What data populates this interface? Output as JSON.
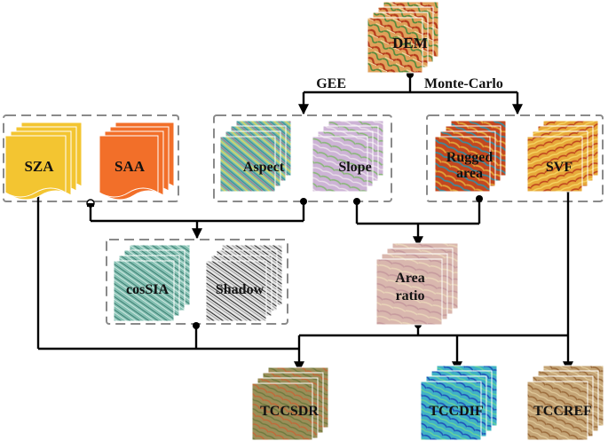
{
  "nodes": {
    "dem": "DEM",
    "sza": "SZA",
    "saa": "SAA",
    "aspect": "Aspect",
    "slope": "Slope",
    "rugged_line1": "Rugged",
    "rugged_line2": "area",
    "svf": "SVF",
    "cossia": "cosSIA",
    "shadow": "Shadow",
    "area_ratio_line1": "Area",
    "area_ratio_line2": "ratio",
    "tccsdr": "TCCSDR",
    "tccdif": "TCCDIF",
    "tccref": "TCCREF"
  },
  "edge_labels": {
    "gee": "GEE",
    "monte_carlo": "Monte-Carlo"
  },
  "colors": {
    "sza": "#f3c531",
    "saa": "#f26f29",
    "dem_red": "#c8421f",
    "aspect_teal": "#5fb7a8",
    "slope_lavender": "#c8aed6",
    "rugged_red": "#c9411f",
    "svf_orange": "#e49a2a",
    "cossia_teal": "#7ab8a8",
    "shadow_gray": "#cfcfcf",
    "area_ratio_tan": "#d9b8b0",
    "tccsdr_olive": "#8c8448",
    "tccdif_blue": "#3a9fd0",
    "tccref_tan": "#b89868"
  },
  "icons": [
    "raster-stack-icon",
    "document-stack-icon",
    "arrow-head-icon"
  ]
}
